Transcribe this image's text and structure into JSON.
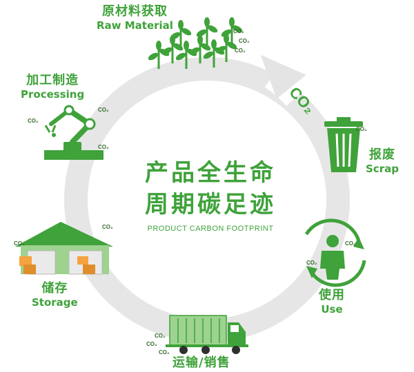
{
  "center": {
    "title_line1": "产品全生命",
    "title_line2": "周期碳足迹",
    "subtitle": "PRODUCT CARBON FOOTPRINT"
  },
  "stages": {
    "raw_material": {
      "zh": "原材料获取",
      "en": "Raw Material"
    },
    "processing": {
      "zh": "加工制造",
      "en": "Processing"
    },
    "storage": {
      "zh": "储存",
      "en": "Storage"
    },
    "transport": {
      "zh": "运输/销售"
    },
    "use": {
      "zh": "使用",
      "en": "Use"
    },
    "scrap": {
      "zh": "报废",
      "en": "Scrap"
    }
  },
  "arrow_label": "CO₂",
  "co2_tag": "CO₂",
  "colors": {
    "green": "#3fa23a",
    "ring": "#e4e4e4",
    "dark_green": "#3a6b2e"
  },
  "icons": [
    "plant-icon",
    "robot-arm-icon",
    "warehouse-icon",
    "truck-icon",
    "recycle-person-icon",
    "trash-bin-icon"
  ]
}
